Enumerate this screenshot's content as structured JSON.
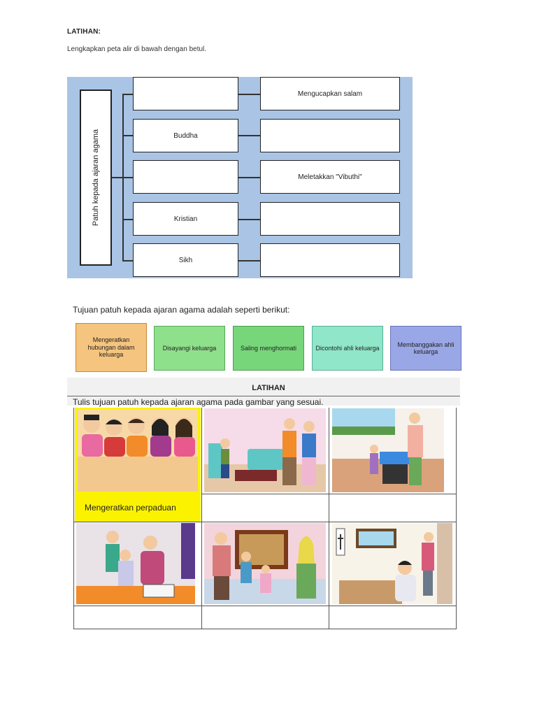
{
  "title": "LATIHAN:",
  "instruction": "Lengkapkan peta alir di bawah dengan betul.",
  "flowchart": {
    "vertical_label": "Patuh kepada ajaran agama",
    "left_boxes": [
      "",
      "Buddha",
      "",
      "Kristian",
      "Sikh"
    ],
    "right_boxes": [
      "Mengucapkan salam",
      "",
      "Meletakkan \"Vibuthi\"",
      "",
      ""
    ]
  },
  "purpose_heading": "Tujuan patuh kepada ajaran agama adalah seperti berikut:",
  "purposes": [
    "Mengeratkan hubungan dalam keluarga",
    "Disayangi keluarga",
    "Saling menghormati",
    "Dicontohi ahli keluarga",
    "Membanggakan ahli keluarga"
  ],
  "exercise_title": "LATIHAN",
  "exercise_instruction": "Tulis tujuan patuh kepada ajaran agama pada gambar yang sesuai.",
  "example_answer": "Mengeratkan perpaduan",
  "colors": {
    "flow_bg": "#a9c4e4",
    "answer_highlight": "#fbf200"
  },
  "illustrations": [
    "family-group-illustration",
    "child-greeting-grandparents-illustration",
    "offering-at-altar-illustration",
    "family-reading-illustration",
    "muslim-family-illustration",
    "child-praying-illustration"
  ]
}
